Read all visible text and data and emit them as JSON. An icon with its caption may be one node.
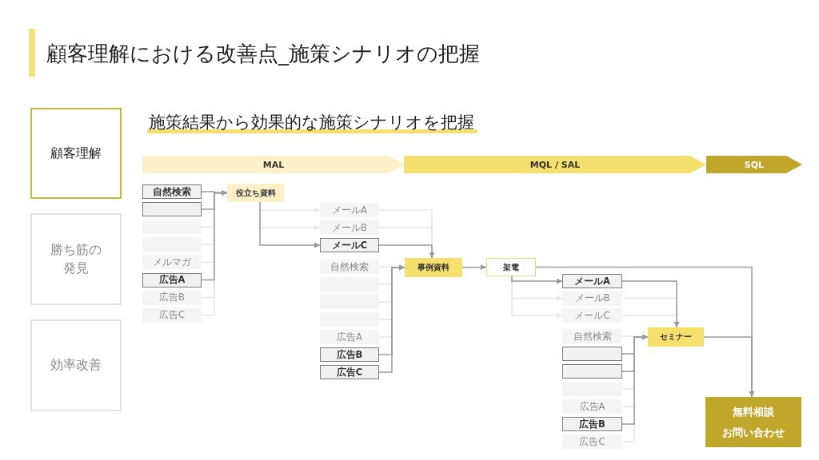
{
  "diagram": {
    "title": "顧客理解における改善点_施策シナリオの把握",
    "nodes": [
      {
        "text": [
          "顧客理解"
        ]
      },
      {
        "text": [
          "勝ち筋の発見"
        ]
      },
      {
        "text": [
          "効率改善"
        ]
      },
      {
        "text": [
          "MAL"
        ]
      },
      {
        "text": [
          "MQL / SAL"
        ]
      },
      {
        "text": [
          "SQL"
        ]
      },
      {
        "text": [
          "自然検索"
        ]
      },
      {
        "text": [],
        "shape": "box"
      },
      {
        "text": [],
        "shape": "box"
      },
      {
        "text": [],
        "shape": "box"
      },
      {
        "text": [
          "メルマガ"
        ]
      },
      {
        "text": [
          "広告A"
        ]
      },
      {
        "text": [
          "広告B"
        ]
      },
      {
        "text": [
          "広告C"
        ]
      },
      {
        "text": [
          "役立ち資料"
        ]
      },
      {
        "text": [
          "メールA"
        ]
      },
      {
        "text": [
          "メールB"
        ]
      },
      {
        "text": [
          "メールC"
        ]
      },
      {
        "text": [
          "自然検索"
        ]
      },
      {
        "text": [],
        "shape": "box"
      },
      {
        "text": [],
        "shape": "box"
      },
      {
        "text": [],
        "shape": "box"
      },
      {
        "text": [
          "広告A"
        ]
      },
      {
        "text": [
          "広告B"
        ]
      },
      {
        "text": [
          "広告C"
        ]
      },
      {
        "text": [
          "事例資料"
        ]
      },
      {
        "text": [
          "架電"
        ]
      },
      {
        "text": [
          "メールA"
        ]
      },
      {
        "text": [
          "メールB"
        ]
      },
      {
        "text": [
          "メールC"
        ]
      },
      {
        "text": [
          "セミナー"
        ]
      },
      {
        "text": [
          "自然検索"
        ]
      },
      {
        "text": [],
        "shape": "box"
      },
      {
        "text": [],
        "shape": "box"
      },
      {
        "text": [],
        "shape": "box"
      },
      {
        "text": [
          "広告A"
        ]
      },
      {
        "text": [
          "広告B"
        ]
      },
      {
        "text": [
          "広告C"
        ]
      },
      {
        "text": [
          "無料相談",
          "お問い合わせ"
        ]
      }
    ],
    "edges": [
      {
        "from": 6,
        "to": 14,
        "arrow": "to",
        "color": "#9a9a9a"
      },
      {
        "from": 7,
        "to": 14,
        "arrow": "to",
        "color": "#9a9a9a"
      },
      {
        "from": 8,
        "to": 14,
        "arrow": "to",
        "color": "#e6e6e6"
      },
      {
        "from": 9,
        "to": 14,
        "arrow": "to",
        "color": "#e6e6e6"
      },
      {
        "from": 10,
        "to": 14,
        "arrow": "to",
        "color": "#e6e6e6"
      },
      {
        "from": 11,
        "to": 14,
        "arrow": "to",
        "color": "#9a9a9a"
      },
      {
        "from": 12,
        "to": 14,
        "arrow": "to",
        "color": "#e6e6e6"
      },
      {
        "from": 13,
        "to": 14,
        "arrow": "to",
        "color": "#e6e6e6"
      },
      {
        "from": 14,
        "to": 15,
        "arrow": "to",
        "color": "#e6e6e6"
      },
      {
        "from": 14,
        "to": 16,
        "arrow": "to",
        "color": "#e6e6e6"
      },
      {
        "from": 14,
        "to": 17,
        "arrow": "to",
        "color": "#9a9a9a"
      },
      {
        "from": 15,
        "to": 25,
        "arrow": "to",
        "color": "#e6e6e6"
      },
      {
        "from": 16,
        "to": 25,
        "arrow": "to",
        "color": "#e6e6e6"
      },
      {
        "from": 17,
        "to": 25,
        "arrow": "to",
        "color": "#9a9a9a"
      },
      {
        "from": 18,
        "to": 25,
        "arrow": "to",
        "color": "#e6e6e6"
      },
      {
        "from": 19,
        "to": 25,
        "arrow": "to",
        "color": "#e6e6e6"
      },
      {
        "from": 20,
        "to": 25,
        "arrow": "to",
        "color": "#e6e6e6"
      },
      {
        "from": 21,
        "to": 25,
        "arrow": "to",
        "color": "#e6e6e6"
      },
      {
        "from": 22,
        "to": 25,
        "arrow": "to",
        "color": "#e6e6e6"
      },
      {
        "from": 23,
        "to": 25,
        "arrow": "to",
        "color": "#9a9a9a"
      },
      {
        "from": 24,
        "to": 25,
        "arrow": "to",
        "color": "#9a9a9a"
      },
      {
        "from": 25,
        "to": 26,
        "arrow": "to",
        "color": "#9a9a9a"
      },
      {
        "from": 26,
        "to": 27,
        "arrow": "to",
        "color": "#9a9a9a"
      },
      {
        "from": 26,
        "to": 28,
        "arrow": "to",
        "color": "#e6e6e6"
      },
      {
        "from": 26,
        "to": 29,
        "arrow": "to",
        "color": "#e6e6e6"
      },
      {
        "from": 27,
        "to": 30,
        "arrow": "to",
        "color": "#9a9a9a"
      },
      {
        "from": 28,
        "to": 30,
        "arrow": "to",
        "color": "#e6e6e6"
      },
      {
        "from": 29,
        "to": 30,
        "arrow": "to",
        "color": "#e6e6e6"
      },
      {
        "from": 31,
        "to": 30,
        "arrow": "to",
        "color": "#e6e6e6"
      },
      {
        "from": 32,
        "to": 30,
        "arrow": "to",
        "color": "#9a9a9a"
      },
      {
        "from": 33,
        "to": 30,
        "arrow": "to",
        "color": "#9a9a9a"
      },
      {
        "from": 34,
        "to": 30,
        "arrow": "to",
        "color": "#e6e6e6"
      },
      {
        "from": 35,
        "to": 30,
        "arrow": "to",
        "color": "#e6e6e6"
      },
      {
        "from": 36,
        "to": 30,
        "arrow": "to",
        "color": "#9a9a9a"
      },
      {
        "from": 37,
        "to": 30,
        "arrow": "to",
        "color": "#e6e6e6"
      },
      {
        "from": 26,
        "to": 38,
        "arrow": "to",
        "color": "#9a9a9a"
      },
      {
        "from": 30,
        "to": 38,
        "arrow": "to",
        "color": "#9a9a9a"
      }
    ],
    "labels": [
      "施策結果から効果的な施策シナリオを把握"
    ]
  }
}
